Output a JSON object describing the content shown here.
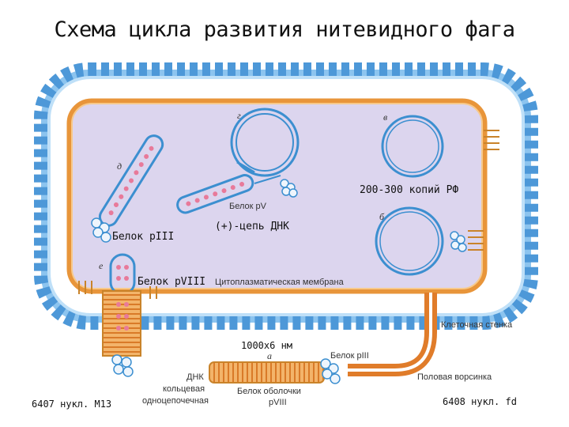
{
  "title": "Схема цикла развития нитевидного фага",
  "labels": {
    "copies_rf": "200-300 копий РФ",
    "protein_pv": "Белок pV",
    "plus_strand": "(+)-цепь ДНК",
    "protein_piii_left": "Белок pIII",
    "protein_pviii": "Белок pVIII",
    "cyto_membrane": "Цитоплазматическая мембрана",
    "cell_wall": "Клеточная стенка",
    "size": "1000x6 нм",
    "protein_piii_bottom": "Белок pIII",
    "dna_line1": "ДНК",
    "dna_line2": "кольцевая",
    "dna_line3": "одноцепочечная",
    "coat_line1": "Белок оболочки",
    "coat_line2": "pVIII",
    "sex_pilus": "Половая ворсинка",
    "m13": "6407 нукл. М13",
    "fd": "6408 нукл. fd"
  },
  "stage_letters": {
    "g": "г",
    "v": "в",
    "d": "д",
    "b": "б",
    "e": "е",
    "a": "а"
  },
  "colors": {
    "cell_wall": "#5aa7e6",
    "cytoplasm": "#dcd5ee",
    "membrane": "#e8953a",
    "dna": "#3c8fd0",
    "rod": "#e07c2a"
  }
}
